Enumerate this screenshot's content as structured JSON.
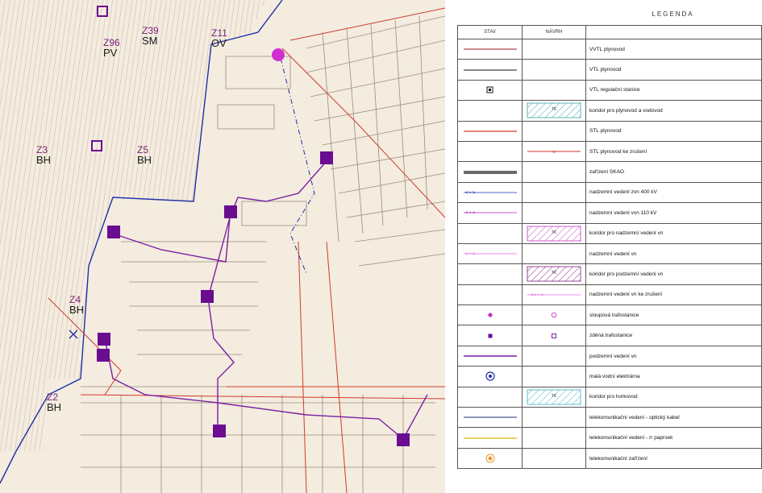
{
  "map": {
    "zones": [
      {
        "code": "Z96",
        "type": "PV"
      },
      {
        "code": "Z39",
        "type": "SM"
      },
      {
        "code": "Z11",
        "type": "OV"
      },
      {
        "code": "Z3",
        "type": "BH"
      },
      {
        "code": "Z5",
        "type": "BH"
      },
      {
        "code": "Z4",
        "type": "BH"
      },
      {
        "code": "Z2",
        "type": "BH"
      }
    ]
  },
  "legend": {
    "title": "LEGENDA",
    "col_stav": "STAV",
    "col_navrh": "NÁVRH",
    "rows": [
      {
        "label": "VVTL plynovod",
        "stav_symbol": "line-red-thin",
        "navrh_symbol": ""
      },
      {
        "label": "VTL plynovod",
        "stav_symbol": "line-black-thin",
        "navrh_symbol": ""
      },
      {
        "label": "VTL regulační stanice",
        "stav_symbol": "square-regulator-icon",
        "navrh_symbol": ""
      },
      {
        "label": "koridor pro plynovod a vodovod",
        "stav_symbol": "",
        "navrh_symbol": "corridor-teal",
        "navrh_text": "TK"
      },
      {
        "label": "STL plynovod",
        "stav_symbol": "line-red",
        "navrh_symbol": ""
      },
      {
        "label": "STL plynovod ke zrušení",
        "stav_symbol": "",
        "navrh_symbol": "line-red-cross"
      },
      {
        "label": "zařízení SKAO",
        "stav_symbol": "line-black-double",
        "navrh_symbol": ""
      },
      {
        "label": "nadzemní vedení zvn 400 kV",
        "stav_symbol": "line-blue-arrows",
        "navrh_symbol": ""
      },
      {
        "label": "nadzemní vedení vvn 110 kV",
        "stav_symbol": "line-magenta-arrows",
        "navrh_symbol": ""
      },
      {
        "label": "koridor pro nadzemní vedení vn",
        "stav_symbol": "",
        "navrh_symbol": "corridor-magenta",
        "navrh_text": "TK"
      },
      {
        "label": "nadzemní vedení vn",
        "stav_symbol": "line-pink-arrows",
        "navrh_symbol": ""
      },
      {
        "label": "koridor pro podzemní vedení vn",
        "stav_symbol": "",
        "navrh_symbol": "corridor-purple",
        "navrh_text": "TK"
      },
      {
        "label": "nadzemní vedení vn ke zrušení",
        "stav_symbol": "",
        "navrh_symbol": "line-pink-cross"
      },
      {
        "label": "sloupová trafostanice",
        "stav_symbol": "dot-magenta",
        "navrh_symbol": "circle-magenta"
      },
      {
        "label": "zděná trafostanice",
        "stav_symbol": "square-purple",
        "navrh_symbol": "square-purple-open"
      },
      {
        "label": "podzemní vedení vn",
        "stav_symbol": "line-purple",
        "navrh_symbol": ""
      },
      {
        "label": "malá vodní elektrárna",
        "stav_symbol": "circle-blue-dot",
        "navrh_symbol": ""
      },
      {
        "label": "koridor pro horkovod",
        "stav_symbol": "",
        "navrh_symbol": "corridor-cyan",
        "navrh_text": "TK"
      },
      {
        "label": "telekomunikační vedení - optický kabel",
        "stav_symbol": "line-navy",
        "navrh_symbol": ""
      },
      {
        "label": "telekomunikační vedení - rr paprsek",
        "stav_symbol": "line-yellow",
        "navrh_symbol": ""
      },
      {
        "label": "telekomunikační zařízení",
        "stav_symbol": "circle-orange-dot",
        "navrh_symbol": ""
      }
    ]
  },
  "colors": {
    "gas_red": "#d03a2e",
    "purple_line": "#7b1fa2",
    "blue_line": "#1f2fa8",
    "magenta": "#d22fd2",
    "purple_square": "#6a0d91"
  }
}
